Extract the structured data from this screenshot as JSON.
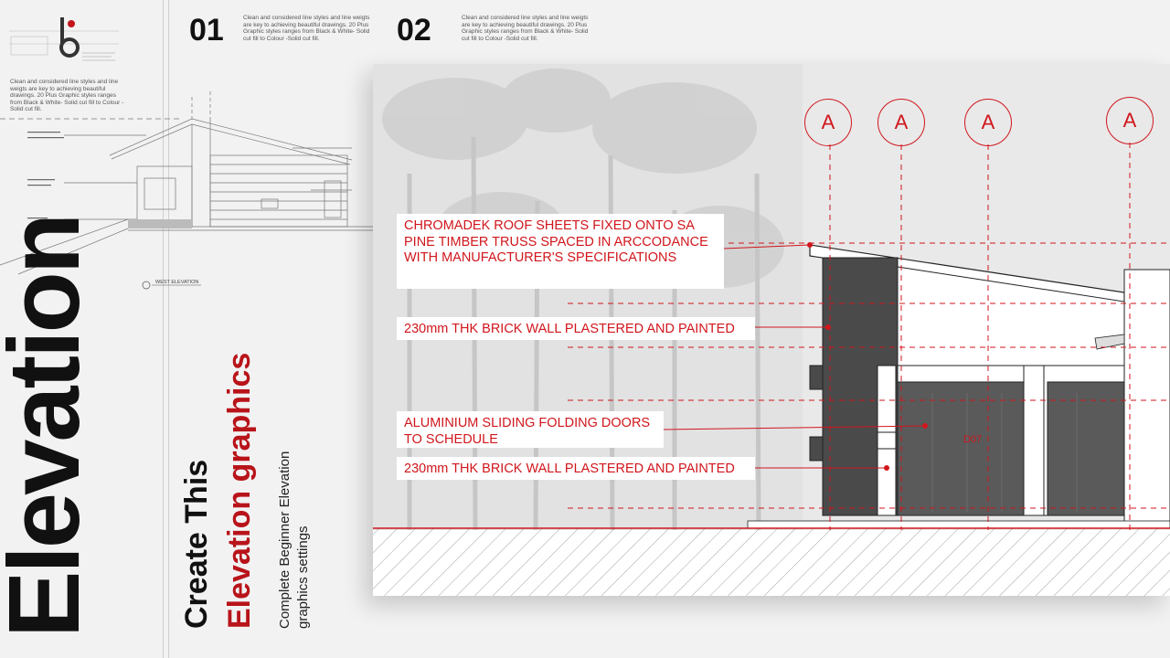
{
  "titles": {
    "main": "Elevation",
    "create": "Create This",
    "highlight": "Elevation graphics",
    "subtitle_line1": "Complete Beginner Elevation",
    "subtitle_line2": "graphics settings"
  },
  "header": {
    "step1": "01",
    "step2": "02",
    "step1_text": "Clean and considered line styles and line weigts are key to achieving beautiful drawings. 20 Plus Graphic styles ranges from Black & White- Solid cut fill to Colour -Solid cut fill.",
    "step2_text": "Clean and considered line styles and line weigts are key to achieving beautiful drawings. 20 Plus Graphic styles ranges from Black & White- Solid cut fill to Colour -Solid cut fill.",
    "left_text": "Clean and considered line styles and line weigts are key to achieving beautiful drawings. 20 Plus Graphic styles ranges from Black & White- Solid cut fill to Colour -Solid cut fill."
  },
  "sketch": {
    "caption": "WEST ELEVATION"
  },
  "elevation": {
    "grid_labels": [
      "A",
      "A",
      "A",
      "A"
    ],
    "door_tag": "D07",
    "annotations": [
      "CHROMADEK ROOF SHEETS FIXED ONTO SA PINE TIMBER TRUSS SPACED IN ARCCODANCE WITH MANUFACTURER'S SPECIFICATIONS",
      "230mm THK BRICK WALL PLASTERED AND PAINTED",
      "ALUMINIUM SLIDING FOLDING DOORS TO SCHEDULE",
      "230mm THK BRICK WALL PLASTERED AND PAINTED"
    ]
  },
  "colors": {
    "accent": "#d0161c",
    "dark": "#111111",
    "wall": "#4a4a4a"
  },
  "icons": [
    "logo-mark-icon"
  ]
}
